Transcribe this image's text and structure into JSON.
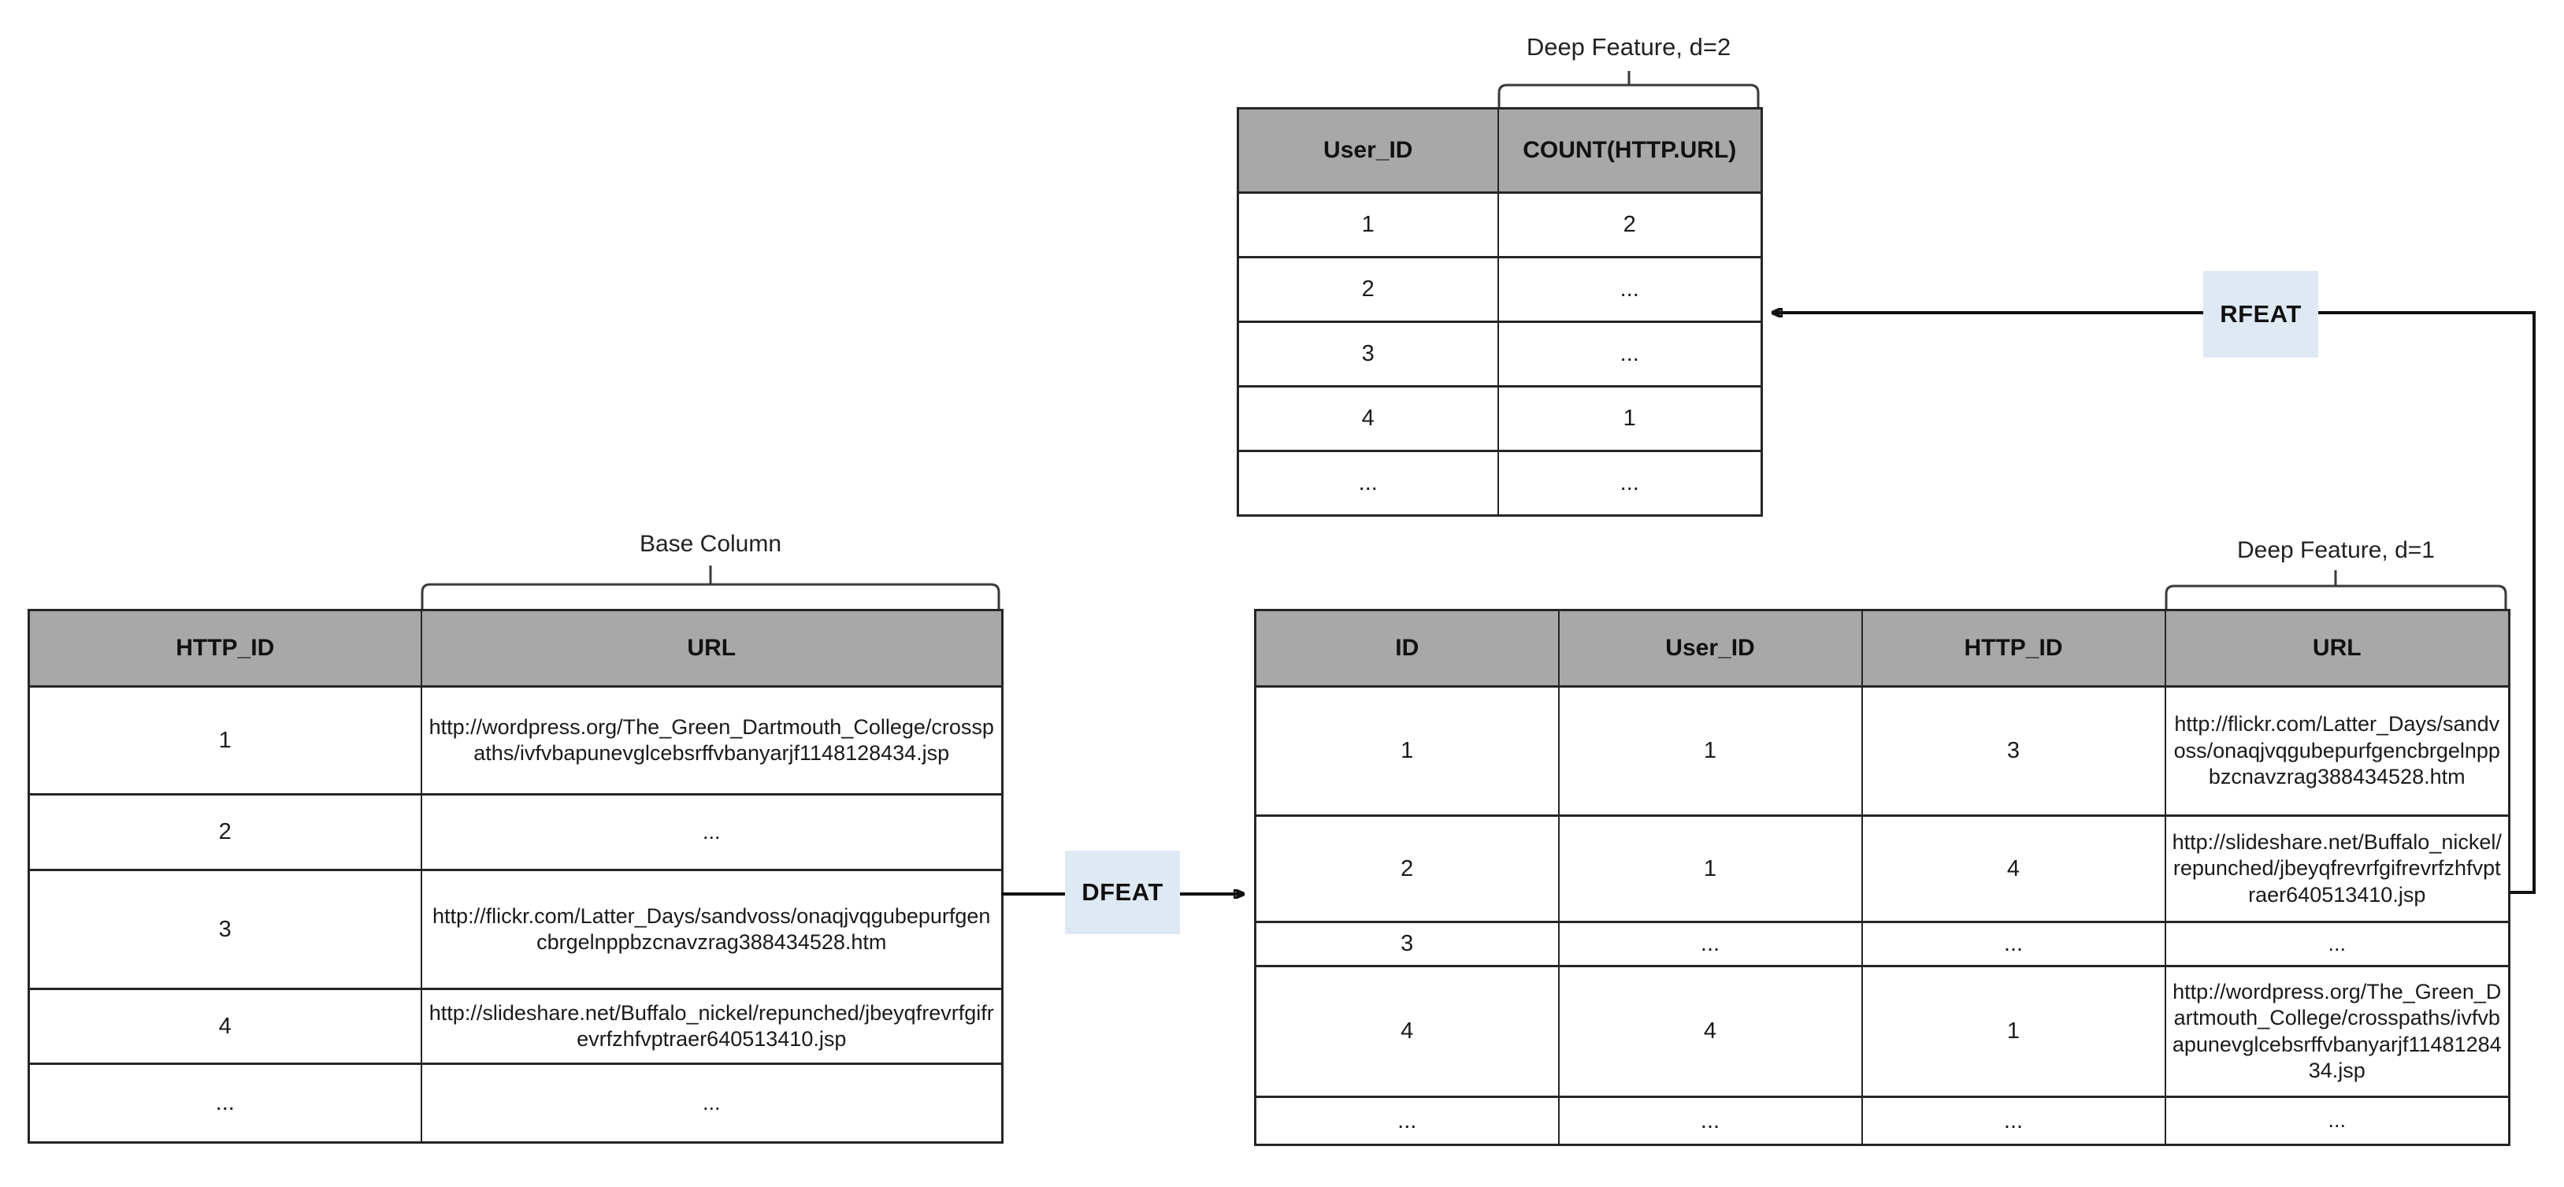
{
  "labels": {
    "deep_feature_d2": "Deep Feature, d=2",
    "deep_feature_d1": "Deep Feature, d=1",
    "base_column": "Base Column",
    "dfeat": "DFEAT",
    "rfeat": "RFEAT"
  },
  "colors": {
    "header_bg": "#a8a8a8",
    "operator_bg": "#dfe9f4",
    "border": "#262626",
    "connector": "#111111"
  },
  "tables": {
    "user_features": {
      "headers": [
        "User_ID",
        "COUNT(HTTP.URL)"
      ],
      "rows": [
        [
          "1",
          "2"
        ],
        [
          "2",
          "..."
        ],
        [
          "3",
          "..."
        ],
        [
          "4",
          "1"
        ],
        [
          "...",
          "..."
        ]
      ]
    },
    "http_table": {
      "headers": [
        "HTTP_ID",
        "URL"
      ],
      "rows": [
        [
          "1",
          "http://wordpress.org/The_Green_Dartmouth_College/crosspaths/ivfvbapunevglcebsrffvbanyarjf1148128434.jsp"
        ],
        [
          "2",
          "..."
        ],
        [
          "3",
          "http://flickr.com/Latter_Days/sandvoss/onaqjvqgubepurfgencbrgelnppbzcnavzrag388434528.htm"
        ],
        [
          "4",
          "http://slideshare.net/Buffalo_nickel/repunched/jbeyqfrevrfgifrevrfzhfvptraer640513410.jsp"
        ],
        [
          "...",
          "..."
        ]
      ]
    },
    "interactions_table": {
      "headers": [
        "ID",
        "User_ID",
        "HTTP_ID",
        "URL"
      ],
      "rows": [
        [
          "1",
          "1",
          "3",
          "http://flickr.com/Latter_Days/sandvoss/onaqjvqgubepurfgencbrgelnppbzcnavzrag388434528.htm"
        ],
        [
          "2",
          "1",
          "4",
          "http://slideshare.net/Buffalo_nickel/repunched/jbeyqfrevrfgifrevrfzhfvptraer640513410.jsp"
        ],
        [
          "3",
          "...",
          "...",
          "..."
        ],
        [
          "4",
          "4",
          "1",
          "http://wordpress.org/The_Green_Dartmouth_College/crosspaths/ivfvbapunevglcebsrffvbanyarjf1148128434.jsp"
        ],
        [
          "...",
          "...",
          "...",
          "..."
        ]
      ]
    }
  }
}
